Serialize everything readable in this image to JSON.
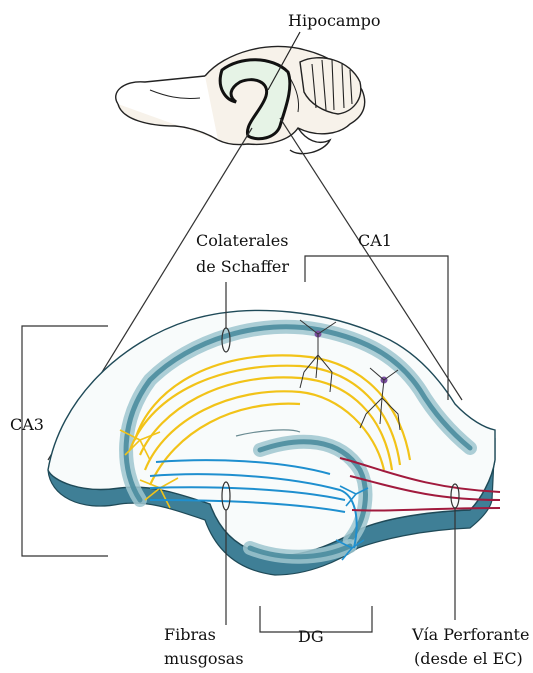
{
  "labels": {
    "hipocampo": "Hipocampo",
    "colaterales_line1": "Colaterales",
    "colaterales_line2": "de Schaffer",
    "ca1": "CA1",
    "ca3": "CA3",
    "fibras_line1": "Fibras",
    "fibras_line2": "musgosas",
    "dg": "DG",
    "via_line1": "Vía Perforante",
    "via_line2": "(desde el EC)"
  },
  "colors": {
    "slice_edge": "#2a5d6a",
    "cell_layer": "#6fa3b0",
    "schaffer": "#f2c318",
    "mossy": "#1e8fcf",
    "perforant": "#a11a3d",
    "ca1_neuron": "#7a4fa0"
  },
  "icons": {
    "brain": "rat-brain-outline",
    "neuron": "pyramidal-neuron"
  }
}
